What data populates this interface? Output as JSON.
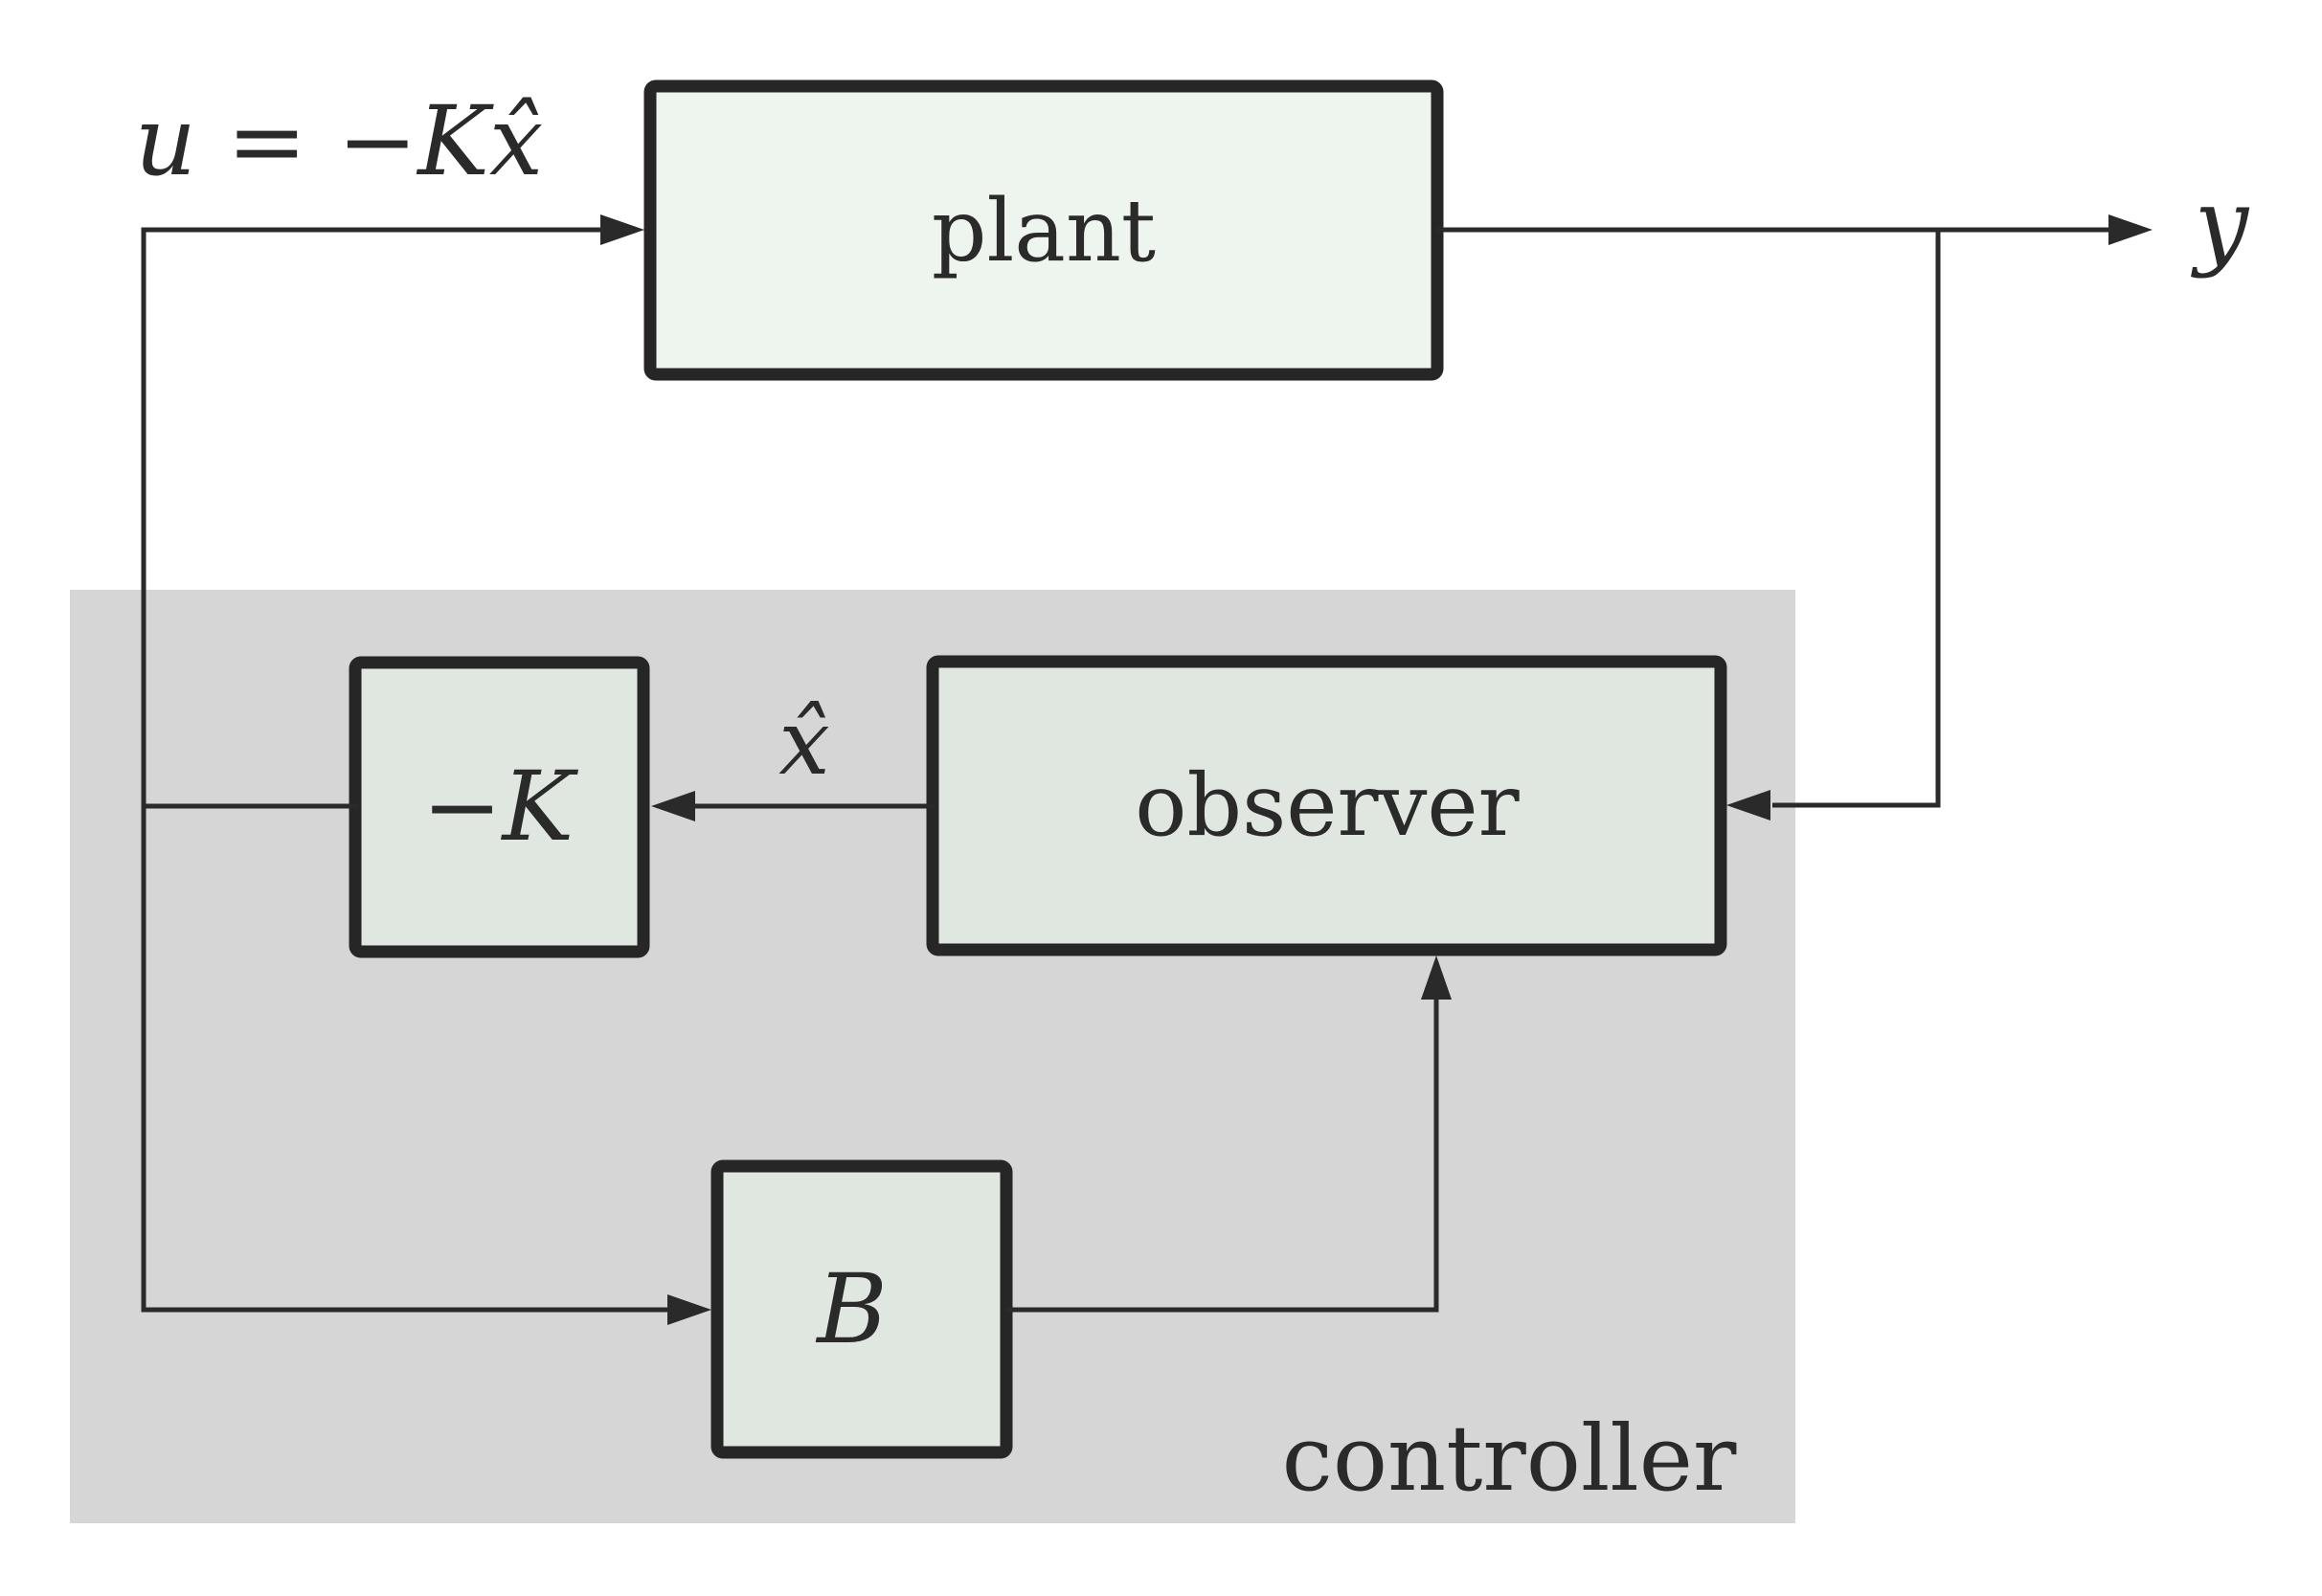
{
  "diagram": {
    "title_semantics": "observer-based state feedback control loop",
    "labels": {
      "input_equation": "u = −Kx̂",
      "plant": "plant",
      "output": "y",
      "state_estimate": "x̂",
      "gain": "−K",
      "b_gain": "B",
      "observer": "observer",
      "controller": "controller"
    }
  },
  "colors": {
    "background": "#ffffff",
    "region_fill": "#d6d6d6",
    "plant_fill": "#eef5ef",
    "block_fill": "#dfe7e0",
    "stroke": "#262626",
    "wire": "#2a2a2a"
  }
}
